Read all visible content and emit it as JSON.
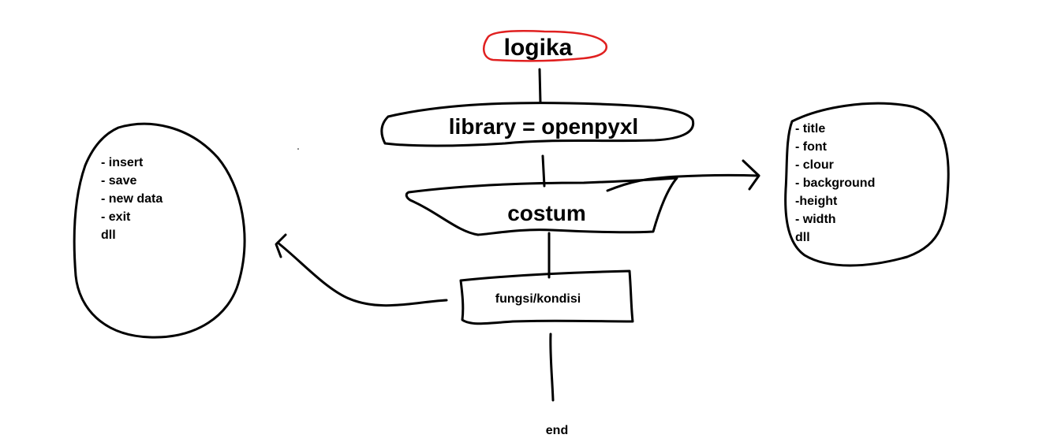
{
  "diagram": {
    "title": "logika",
    "library_label": "library = openpyxl",
    "costum_label": "costum",
    "fungsi_label": "fungsi/kondisi",
    "end_label": "end",
    "left_list": [
      "- insert",
      "- save",
      "- new data",
      "- exit",
      "dll"
    ],
    "right_list": [
      "- title",
      "- font",
      "- clour",
      "- background",
      "-height",
      "- width",
      "dll"
    ],
    "colors": {
      "title_outline": "#e02020",
      "ink": "#000000",
      "background": "#ffffff"
    }
  }
}
